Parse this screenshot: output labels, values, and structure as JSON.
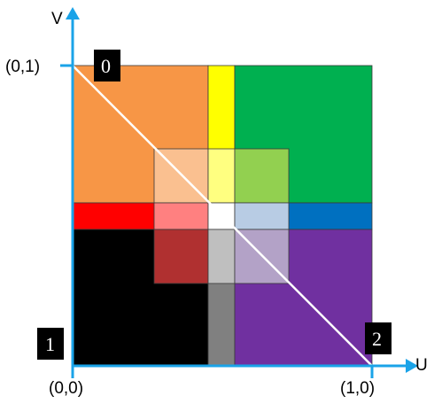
{
  "axes": {
    "u_label": "U",
    "v_label": "V",
    "axis_color": "#1aa3e8",
    "tick_labels": {
      "top_left": "(0,1)",
      "origin": "(0,0)",
      "bottom_right": "(1,0)"
    }
  },
  "vertices": [
    {
      "id": "v0",
      "label": "0"
    },
    {
      "id": "v1",
      "label": "1"
    },
    {
      "id": "v2",
      "label": "2"
    }
  ],
  "colors": {
    "orange": "#f79646",
    "yellow": "#ffff00",
    "green": "#00b050",
    "red": "#ff0000",
    "blue": "#0070c0",
    "black": "#000000",
    "purple": "#7030a0",
    "light_orange": "#fac090",
    "light_yellow": "#ffff80",
    "light_green": "#92d050",
    "pink": "#ff8080",
    "white": "#ffffff",
    "light_blue": "#b8cce4",
    "dark_red": "#b03030",
    "light_gray": "#bfbfbf",
    "lavender": "#b3a2c7",
    "gray": "#808080",
    "diagonal_line": "#ffffff"
  }
}
